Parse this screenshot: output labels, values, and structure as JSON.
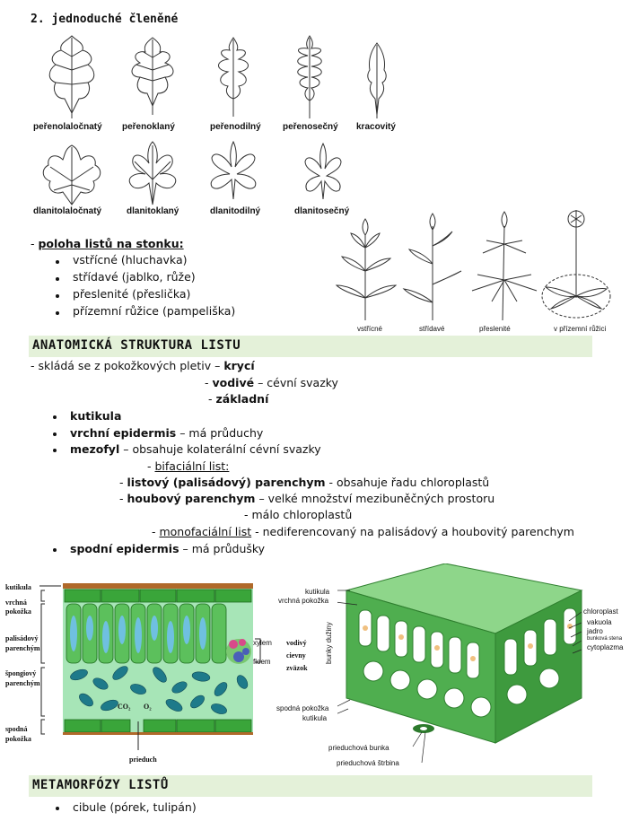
{
  "section_heading": "2. jednoduché členěné",
  "leaf_types_row1": [
    "peřenolaločnatý",
    "peřenoklaný",
    "peřenodilný",
    "peřenosečný",
    "kracovitý"
  ],
  "leaf_types_row2": [
    "dlanitolaločnatý",
    "dlanitoklaný",
    "dlanitodilný",
    "dlanitosečný"
  ],
  "position": {
    "dash": "- ",
    "title": "poloha listů na stonku:",
    "items": [
      "vstřícné (hluchavka)",
      "střídavé (jablko, růže)",
      "přeslenité (přeslička)",
      "přízemní růžice (pampeliška)"
    ],
    "figure_labels": [
      "vstřícné",
      "střídavé",
      "přeslenité",
      "v přízemní růžici"
    ]
  },
  "anatomy": {
    "heading": "ANATOMICKÁ STRUKTURA LISTU",
    "intro": "- skládá se z pokožkových pletiv – ",
    "intro_bold": "krycí",
    "l2_pre": "- ",
    "l2_bold": "vodivé",
    "l2_rest": " – cévní svazky",
    "l3_pre": "- ",
    "l3_bold": "základní",
    "b1_bold": "kutikula",
    "b2_bold": "vrchní epidermis",
    "b2_rest": " – má průduchy",
    "b3_bold": "mezofyl",
    "b3_rest": " – obsahuje kolaterální cévní svazky",
    "s1_pre": "- ",
    "s1_u": "bifaciální list:",
    "s2_pre": "- ",
    "s2_bold": "listový (palisádový) parenchym",
    "s2_rest": " - obsahuje řadu chloroplastů",
    "s3_pre": "- ",
    "s3_bold": "houbový parenchym",
    "s3_rest": " – velké množství mezibuněčných prostoru",
    "s4": "- málo chloroplastů",
    "s5_pre": "- ",
    "s5_u": "monofaciální list",
    "s5_rest": " - nediferencovaný na palisádový a houbovitý parenchym",
    "b4_bold": "spodní epidermis",
    "b4_rest": " – má průdušky"
  },
  "diagram_left": {
    "kutikula": "kutikula",
    "vrchna1": "vrchná",
    "vrchna2": "pokožka",
    "palis1": "palisádový",
    "palis2": "parenchým",
    "spong1": "špongiový",
    "spong2": "parenchým",
    "spodna1": "spodná",
    "spodna2": "pokožka",
    "xylem": "xylem",
    "floem": "floem",
    "vodive1": "vodivý",
    "vodive2": "cievny",
    "vodive3": "zväzok",
    "co2": "CO₂",
    "o2": "O₂",
    "prieduch": "prieduch"
  },
  "diagram_right": {
    "kutikula": "kutikula",
    "vrchna": "vrchná pokožka",
    "bunky": "bunky dužiny",
    "spodna": "spodná pokožka",
    "kutikula2": "kutikula",
    "prieduchova_bunka": "prieduchová bunka",
    "prieduchova_strbina": "prieduchová štrbina",
    "chloroplast": "chloroplast",
    "vakuola": "vakuola",
    "jadro": "jadro",
    "stena": "bunková stena",
    "cytoplazma": "cytoplazma"
  },
  "metamorphoses": {
    "heading": "METAMORFÓZY LISTŮ",
    "items": [
      "cibule (pórek, tulipán)"
    ]
  }
}
